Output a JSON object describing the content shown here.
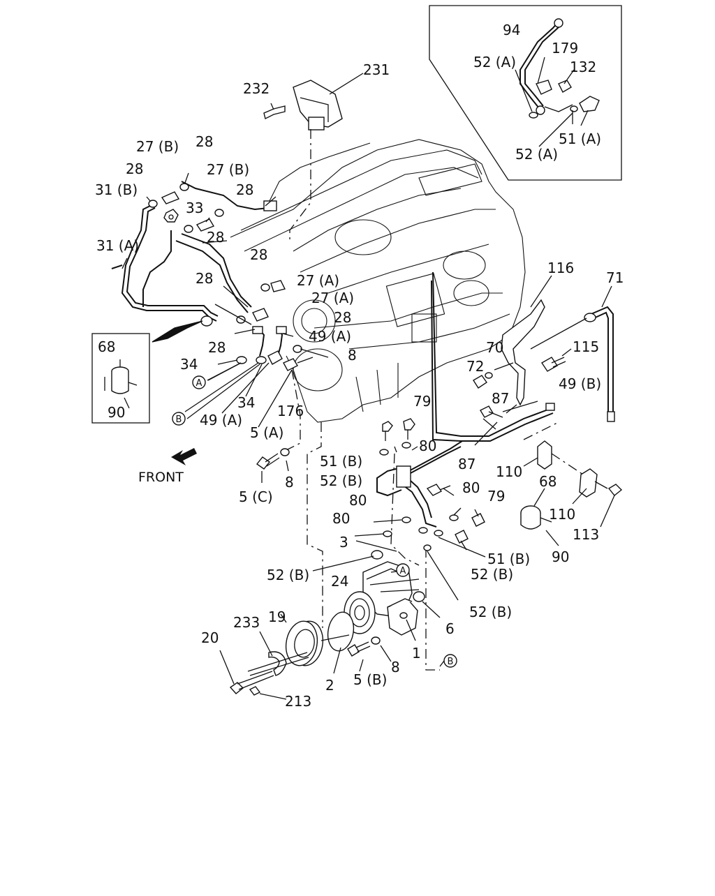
{
  "diagram": {
    "front_label": "FRONT",
    "callouts": [
      {
        "id": "c01",
        "text": "94"
      },
      {
        "id": "c02",
        "text": "179"
      },
      {
        "id": "c03",
        "text": "52 (A)"
      },
      {
        "id": "c04",
        "text": "132"
      },
      {
        "id": "c05",
        "text": "52 (A)"
      },
      {
        "id": "c06",
        "text": "51 (A)"
      },
      {
        "id": "c07",
        "text": "231"
      },
      {
        "id": "c08",
        "text": "232"
      },
      {
        "id": "c09",
        "text": "27 (B)"
      },
      {
        "id": "c10",
        "text": "28"
      },
      {
        "id": "c11",
        "text": "28"
      },
      {
        "id": "c12",
        "text": "27 (B)"
      },
      {
        "id": "c13",
        "text": "31 (B)"
      },
      {
        "id": "c14",
        "text": "28"
      },
      {
        "id": "c15",
        "text": "33"
      },
      {
        "id": "c16",
        "text": "28"
      },
      {
        "id": "c17",
        "text": "31 (A)"
      },
      {
        "id": "c18",
        "text": "28"
      },
      {
        "id": "c19",
        "text": "28"
      },
      {
        "id": "c20",
        "text": "27 (A)"
      },
      {
        "id": "c21",
        "text": "27 (A)"
      },
      {
        "id": "c22",
        "text": "28"
      },
      {
        "id": "c23",
        "text": "49 (A)"
      },
      {
        "id": "c24",
        "text": "28"
      },
      {
        "id": "c25",
        "text": "8"
      },
      {
        "id": "c26",
        "text": "34"
      },
      {
        "id": "c27",
        "text": "34"
      },
      {
        "id": "c28",
        "text": "49 (A)"
      },
      {
        "id": "c29",
        "text": "176"
      },
      {
        "id": "c30",
        "text": "5 (A)"
      },
      {
        "id": "c31",
        "text": "8"
      },
      {
        "id": "c32",
        "text": "5 (C)"
      },
      {
        "id": "c33",
        "text": "68"
      },
      {
        "id": "c34",
        "text": "90"
      },
      {
        "id": "c35",
        "text": "116"
      },
      {
        "id": "c36",
        "text": "71"
      },
      {
        "id": "c37",
        "text": "115"
      },
      {
        "id": "c38",
        "text": "70"
      },
      {
        "id": "c39",
        "text": "72"
      },
      {
        "id": "c40",
        "text": "49 (B)"
      },
      {
        "id": "c41",
        "text": "79"
      },
      {
        "id": "c42",
        "text": "87"
      },
      {
        "id": "c43",
        "text": "80"
      },
      {
        "id": "c44",
        "text": "51 (B)"
      },
      {
        "id": "c45",
        "text": "52 (B)"
      },
      {
        "id": "c46",
        "text": "87"
      },
      {
        "id": "c47",
        "text": "110"
      },
      {
        "id": "c48",
        "text": "68"
      },
      {
        "id": "c49",
        "text": "80"
      },
      {
        "id": "c50",
        "text": "79"
      },
      {
        "id": "c51",
        "text": "80"
      },
      {
        "id": "c52",
        "text": "80"
      },
      {
        "id": "c53",
        "text": "110"
      },
      {
        "id": "c54",
        "text": "113"
      },
      {
        "id": "c55",
        "text": "90"
      },
      {
        "id": "c56",
        "text": "3"
      },
      {
        "id": "c57",
        "text": "51 (B)"
      },
      {
        "id": "c58",
        "text": "52 (B)"
      },
      {
        "id": "c59",
        "text": "52 (B)"
      },
      {
        "id": "c60",
        "text": "24"
      },
      {
        "id": "c61",
        "text": "52 (B)"
      },
      {
        "id": "c62",
        "text": "6"
      },
      {
        "id": "c63",
        "text": "19"
      },
      {
        "id": "c64",
        "text": "233"
      },
      {
        "id": "c65",
        "text": "20"
      },
      {
        "id": "c66",
        "text": "2"
      },
      {
        "id": "c67",
        "text": "5 (B)"
      },
      {
        "id": "c68",
        "text": "8"
      },
      {
        "id": "c69",
        "text": "1"
      },
      {
        "id": "c70",
        "text": "213"
      }
    ],
    "refs": [
      {
        "id": "rA1",
        "text": "A"
      },
      {
        "id": "rB1",
        "text": "B"
      },
      {
        "id": "rA2",
        "text": "A"
      },
      {
        "id": "rB2",
        "text": "B"
      }
    ]
  }
}
